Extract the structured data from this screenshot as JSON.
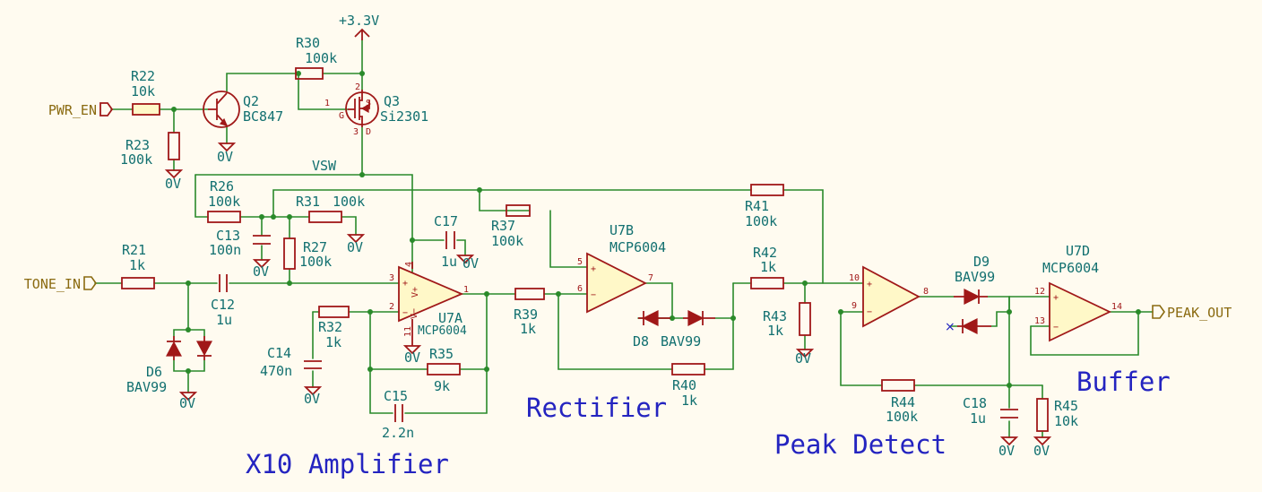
{
  "net_labels": {
    "pwr_en": "PWR_EN",
    "tone_in": "TONE_IN",
    "peak_out": "PEAK_OUT",
    "vsw": "VSW",
    "supply": "+3.3V",
    "ground": "0V"
  },
  "components": {
    "r22": {
      "ref": "R22",
      "value": "10k"
    },
    "r23": {
      "ref": "R23",
      "value": "100k"
    },
    "q2": {
      "ref": "Q2",
      "value": "BC847"
    },
    "r30": {
      "ref": "R30",
      "value": "100k"
    },
    "q3": {
      "ref": "Q3",
      "value": "Si2301"
    },
    "r26": {
      "ref": "R26",
      "value": "100k"
    },
    "r31": {
      "ref": "R31",
      "value": "100k"
    },
    "c13": {
      "ref": "C13",
      "value": "100n"
    },
    "r27": {
      "ref": "R27",
      "value": "100k"
    },
    "c17": {
      "ref": "C17",
      "value": "1u"
    },
    "r21": {
      "ref": "R21",
      "value": "1k"
    },
    "c12": {
      "ref": "C12",
      "value": "1u"
    },
    "d6": {
      "ref": "D6",
      "value": "BAV99"
    },
    "r32": {
      "ref": "R32",
      "value": "1k"
    },
    "c14": {
      "ref": "C14",
      "value": "470n"
    },
    "r35": {
      "ref": "R35",
      "value": "9k"
    },
    "c15": {
      "ref": "C15",
      "value": "2.2n"
    },
    "u7a": {
      "ref": "U7A",
      "value": "MCP6004"
    },
    "r37": {
      "ref": "R37",
      "value": "100k"
    },
    "u7b": {
      "ref": "U7B",
      "value": "MCP6004"
    },
    "r39": {
      "ref": "R39",
      "value": "1k"
    },
    "d8": {
      "ref": "D8",
      "value": "BAV99"
    },
    "r40": {
      "ref": "R40",
      "value": "1k"
    },
    "r41": {
      "ref": "R41",
      "value": "100k"
    },
    "r42": {
      "ref": "R42",
      "value": "1k"
    },
    "r43": {
      "ref": "R43",
      "value": "1k"
    },
    "d9": {
      "ref": "D9",
      "value": "BAV99"
    },
    "r44": {
      "ref": "R44",
      "value": "100k"
    },
    "c18": {
      "ref": "C18",
      "value": "1u"
    },
    "r45": {
      "ref": "R45",
      "value": "10k"
    },
    "u7d": {
      "ref": "U7D",
      "value": "MCP6004"
    }
  },
  "pins": {
    "q3_1": "1",
    "q3_2": "2",
    "q3_3": "3",
    "q3_g": "G",
    "q3_s": "S",
    "q3_d": "D",
    "u7a_3": "3",
    "u7a_2": "2",
    "u7a_1": "1",
    "u7a_4": "4",
    "u7a_11": "11",
    "u7b_5": "5",
    "u7b_6": "6",
    "u7b_7": "7",
    "u7c_10": "10",
    "u7c_9": "9",
    "u7c_8": "8",
    "u7d_12": "12",
    "u7d_13": "13",
    "u7d_14": "14",
    "plus": "+",
    "minus": "−",
    "vplus": "V+",
    "vminus": "V−"
  },
  "no_connect": "×",
  "sections": {
    "amplifier": "X10 Amplifier",
    "rectifier": "Rectifier",
    "peak_detect": "Peak Detect",
    "buffer": "Buffer"
  },
  "colors": {
    "background": "#fffbf0",
    "wire": "#2a8a2a",
    "component": "#a01818",
    "text": "#127070",
    "net_label": "#8a6a10",
    "section_title": "#2424c0"
  }
}
